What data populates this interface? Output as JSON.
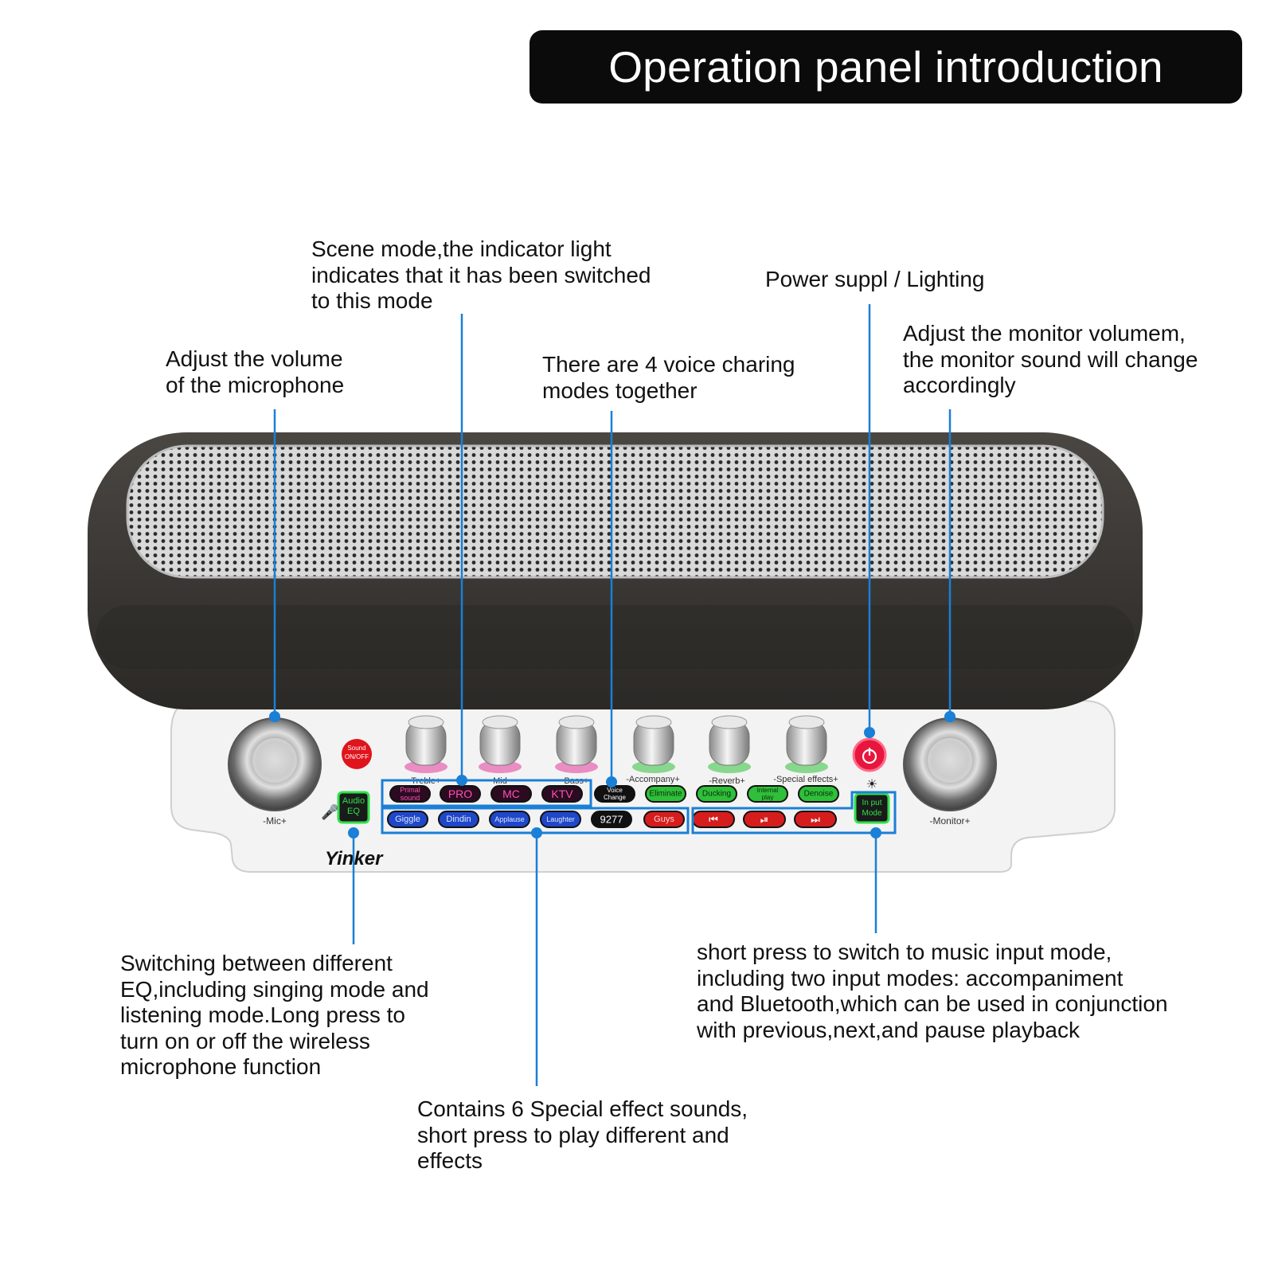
{
  "title": "Operation panel introduction",
  "annotations": {
    "mic_volume": [
      "Adjust the volume",
      "of the microphone"
    ],
    "scene_mode": [
      "Scene mode,the indicator light",
      "indicates that it has been switched",
      "to this mode"
    ],
    "voice_change": [
      "There are 4 voice charing",
      "modes together"
    ],
    "power": [
      "Power suppl / Lighting"
    ],
    "monitor_volume": [
      "Adjust the monitor volumem,",
      "the monitor sound will change",
      "accordingly"
    ],
    "audio_eq": [
      "Switching between different",
      "EQ,including singing mode and",
      "listening mode.Long press to",
      "turn on or off the wireless",
      "microphone function"
    ],
    "special_effects": [
      "Contains 6 Special effect sounds,",
      "short press to play different and",
      "effects"
    ],
    "input_mode": [
      "short press to switch to music input mode,",
      "including two input modes: accompaniment",
      "and Bluetooth,which can be used in conjunction",
      "with previous,next,and pause playback"
    ]
  },
  "device": {
    "brand": "Yinker",
    "mic_label": "-Mic+",
    "monitor_label": "-Monitor+",
    "sound_button": [
      "Sound",
      "ON/OFF"
    ],
    "audio_eq_button": [
      "Audio",
      "EQ"
    ],
    "input_mode_button": [
      "In put",
      "Mode"
    ],
    "knob_labels": [
      "-Treble+",
      "-Mid-",
      "-Bass+",
      "-Accompany+",
      "-Reverb+",
      "-Special effects+"
    ],
    "scene_buttons": [
      "Primal sound",
      "PRO",
      "MC",
      "KTV"
    ],
    "function_buttons": [
      "Voice Change",
      "Eliminate",
      "Ducking",
      "Internal play",
      "Denoise"
    ],
    "effect_buttons": [
      "Giggle",
      "Dindin",
      "Applause",
      "Laughter",
      "9277",
      "Guys"
    ],
    "playback_buttons": [
      "previous",
      "play-pause",
      "next"
    ]
  },
  "colors": {
    "callout_line": "#1a7fd6",
    "shell": "#3a3834",
    "panel": "#f2f2f2",
    "scene_button": "#e0389a",
    "effect_button": "#1f47c9",
    "function_button": "#2fbf3a",
    "playback_button": "#d61d1d",
    "power_button": "#e8163c"
  }
}
